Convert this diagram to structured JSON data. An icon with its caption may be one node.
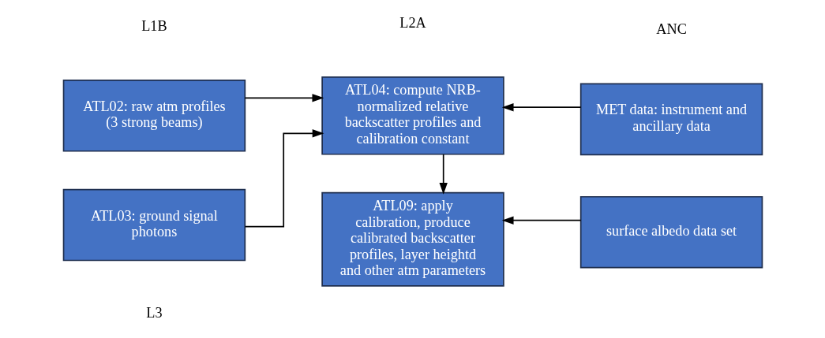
{
  "diagram": {
    "nodes": [
      {
        "text": [
          "ATL02: raw atm profiles (3 strong beams)"
        ]
      },
      {
        "text": [
          "ATL03: ground signal photons"
        ]
      },
      {
        "text": [
          "ATL04: compute NRB-normalized relative backscatter profiles and calibration constant"
        ]
      },
      {
        "text": [
          "MET data: instrument and ancillary data"
        ]
      },
      {
        "text": [
          "ATL09: apply calibration, produce calibrated backscatter profiles, layer heightd and other atm parameters"
        ]
      },
      {
        "text": [
          "surface albedo data set"
        ]
      }
    ],
    "edges": [
      {
        "from": 0,
        "to": 2,
        "arrow": "to"
      },
      {
        "from": 1,
        "to": 2,
        "arrow": "to"
      },
      {
        "from": 3,
        "to": 2,
        "arrow": "to"
      },
      {
        "from": 2,
        "to": 4,
        "arrow": "to"
      },
      {
        "from": 5,
        "to": 4,
        "arrow": "to"
      }
    ],
    "labels": [
      "L1B",
      "L2A",
      "ANC",
      "L3"
    ]
  }
}
